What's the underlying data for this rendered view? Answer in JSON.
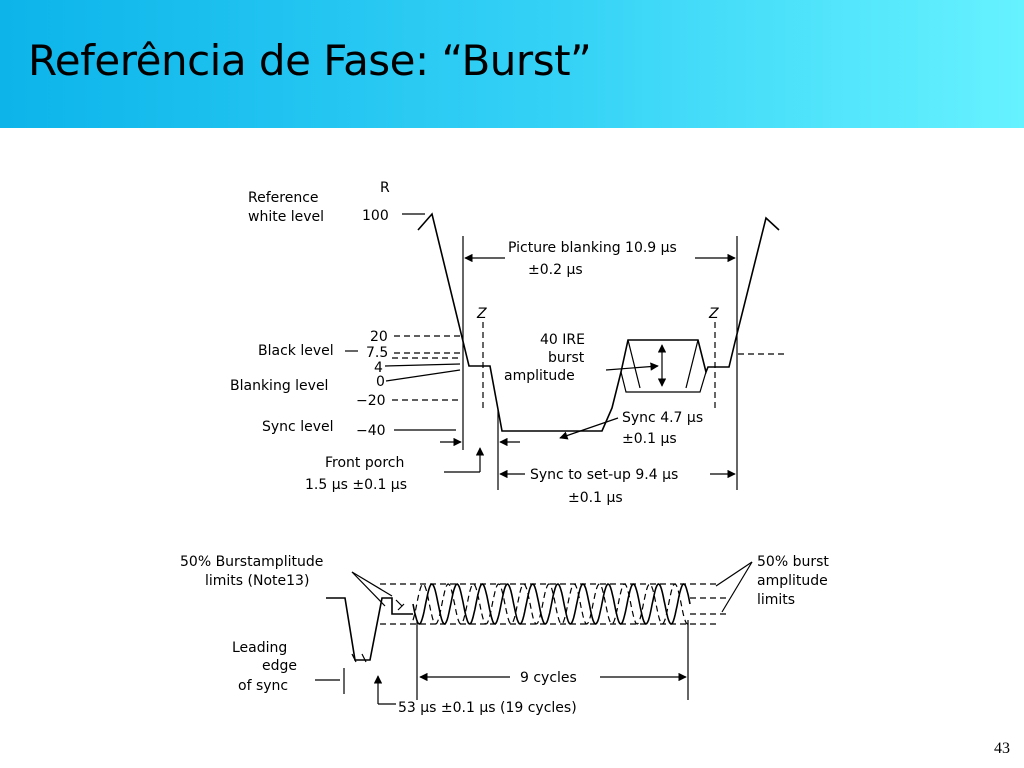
{
  "slide": {
    "title": "Referência de Fase: “Burst”",
    "number": "43"
  },
  "colors": {
    "header_start": "#0cb4ea",
    "header_end": "#66f2ff",
    "line": "#000000"
  },
  "figure_top": {
    "ire_scale_title": "R",
    "ire_levels": [
      "100",
      "20",
      "7.5",
      "4",
      "0",
      "−20",
      "−40"
    ],
    "level_labels": {
      "reference_white_line1": "Reference",
      "reference_white_line2": "white level",
      "black": "Black level",
      "blanking": "Blanking level",
      "sync": "Sync level"
    },
    "z_marker": "Z",
    "picture_blanking_line1": "Picture blanking 10.9 μs",
    "picture_blanking_line2": "±0.2 μs",
    "burst_amplitude_line1": "40 IRE",
    "burst_amplitude_line2": "burst",
    "burst_amplitude_line3": "amplitude",
    "sync_width_line1": "Sync 4.7 μs",
    "sync_width_line2": "±0.1 μs",
    "front_porch_line1": "Front porch",
    "front_porch_line2": "1.5 μs ±0.1 μs",
    "sync_to_setup_line1": "Sync to set-up 9.4 μs",
    "sync_to_setup_line2": "±0.1 μs"
  },
  "figure_bottom": {
    "burst_limits_left_line1": "50% Burstamplitude",
    "burst_limits_left_line2": "limits (Note13)",
    "burst_limits_right_line1": "50% burst",
    "burst_limits_right_line2": "amplitude",
    "burst_limits_right_line3": "limits",
    "leading_edge_line1": "Leading",
    "leading_edge_line2": "edge",
    "leading_edge_line3": "of sync",
    "cycles_label": "9 cycles",
    "start_label": "53 μs ±0.1 μs  (19 cycles)"
  }
}
